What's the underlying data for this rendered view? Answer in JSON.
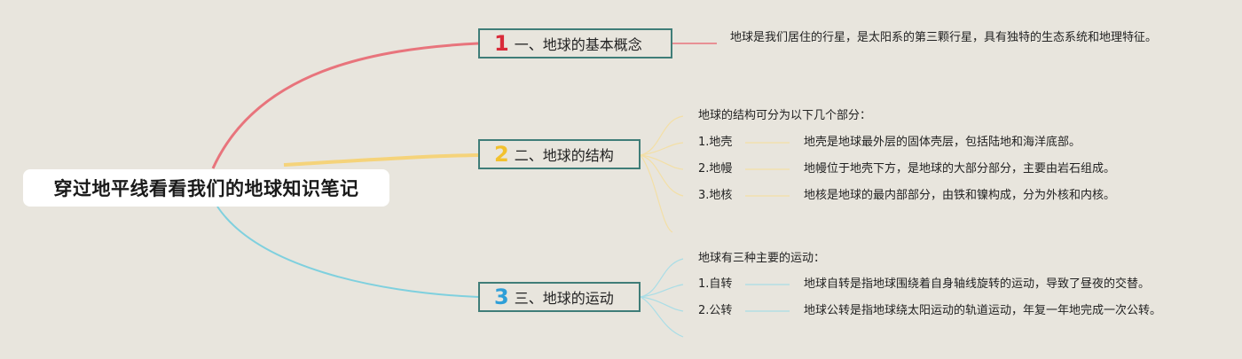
{
  "root": {
    "title": "穿过地平线看看我们的地球知识笔记"
  },
  "topics": [
    {
      "number": "1",
      "label": "一、地球的基本概念",
      "color": "#e8747c",
      "note": "地球是我们居住的行星，是太阳系的第三颗行星，具有独特的生态系统和地理特征。"
    },
    {
      "number": "2",
      "label": "二、地球的结构",
      "color": "#f5c94a",
      "intro": "地球的结构可分为以下几个部分：",
      "items": [
        {
          "name": "1.地壳",
          "desc": "地壳是地球最外层的固体壳层，包括陆地和海洋底部。"
        },
        {
          "name": "2.地幔",
          "desc": "地幔位于地壳下方，是地球的大部分部分，主要由岩石组成。"
        },
        {
          "name": "3.地核",
          "desc": "地核是地球的最内部部分，由铁和镍构成，分为外核和内核。"
        }
      ]
    },
    {
      "number": "3",
      "label": "三、地球的运动",
      "color": "#2e9fd8",
      "intro": "地球有三种主要的运动：",
      "items": [
        {
          "name": "1.自转",
          "desc": "地球自转是指地球围绕着自身轴线旋转的运动，导致了昼夜的交替。"
        },
        {
          "name": "2.公转",
          "desc": "地球公转是指地球绕太阳运动的轨道运动，年复一年地完成一次公转。"
        }
      ]
    }
  ],
  "colors": {
    "background": "#e8e5dd",
    "topic_border": "#3f7d78",
    "branch_red": "#e8747c",
    "branch_yellow": "#f5d37a",
    "branch_blue": "#7fd0de",
    "sub_yellow": "#f3dfa6",
    "sub_blue": "#a9dde6"
  }
}
